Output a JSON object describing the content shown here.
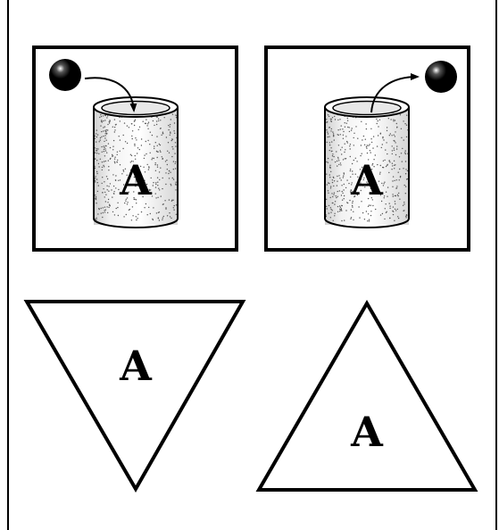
{
  "colors": {
    "stroke": "#000000",
    "fill": "#ffffff",
    "ball": "#000000",
    "speckle": "#555555"
  },
  "panels": [
    {
      "id": "ball-enters",
      "label": "A",
      "shape": "cylinder-in-box",
      "ball_motion": "into-cylinder"
    },
    {
      "id": "ball-exits",
      "label": "A",
      "shape": "cylinder-in-box",
      "ball_motion": "out-of-cylinder"
    },
    {
      "id": "triangle-down",
      "label": "A",
      "shape": "downward-triangle"
    },
    {
      "id": "triangle-up",
      "label": "A",
      "shape": "upward-triangle"
    }
  ]
}
